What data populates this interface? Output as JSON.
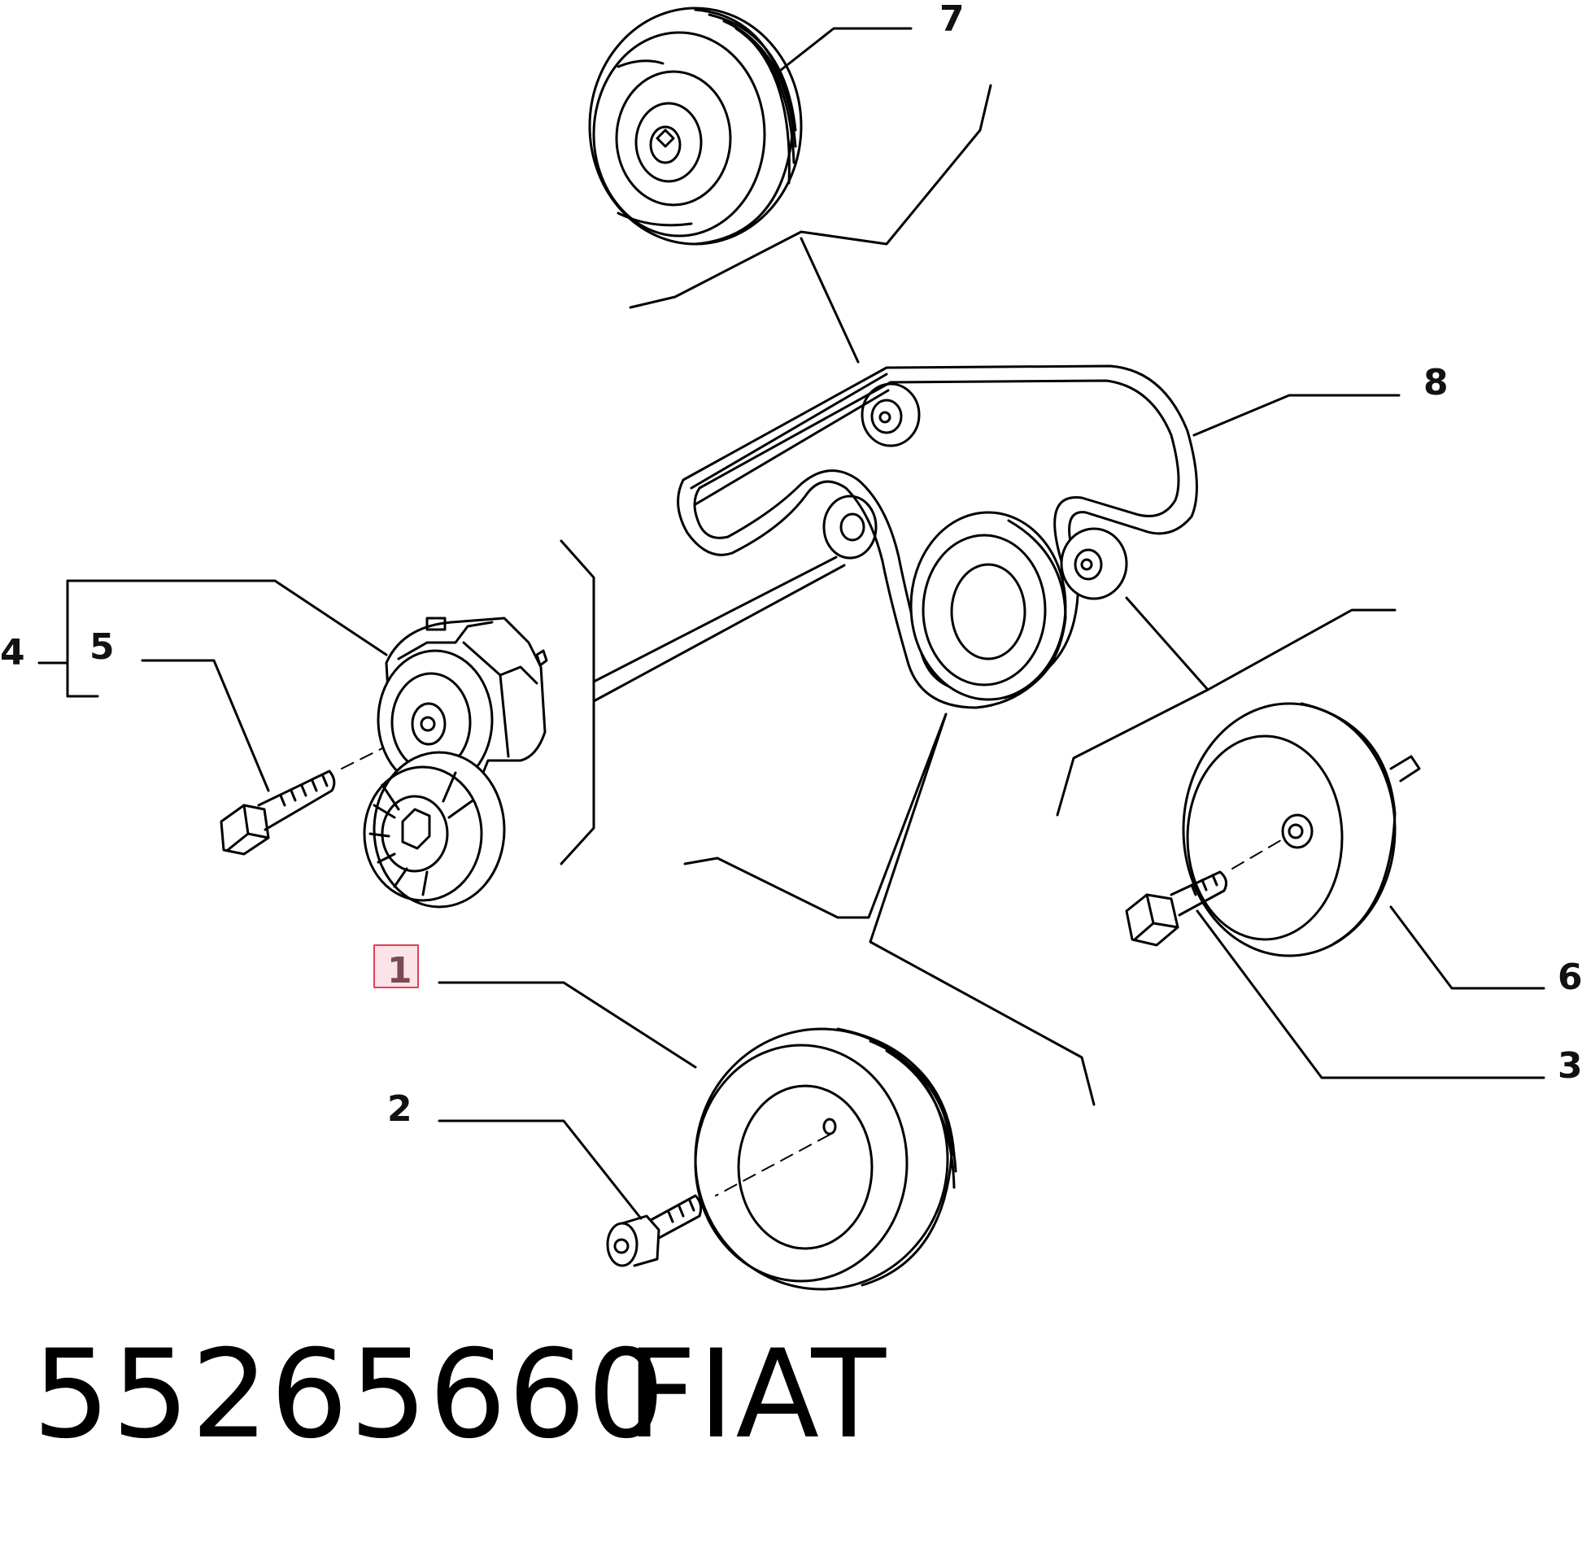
{
  "callouts": {
    "c1": "1",
    "c2": "2",
    "c3": "3",
    "c4": "4",
    "c5": "5",
    "c6": "6",
    "c7": "7",
    "c8": "8"
  },
  "highlighted_callout": "1",
  "highlight_color": "#e0405a",
  "footer": {
    "part_number": "55265660",
    "brand": "FIAT"
  }
}
